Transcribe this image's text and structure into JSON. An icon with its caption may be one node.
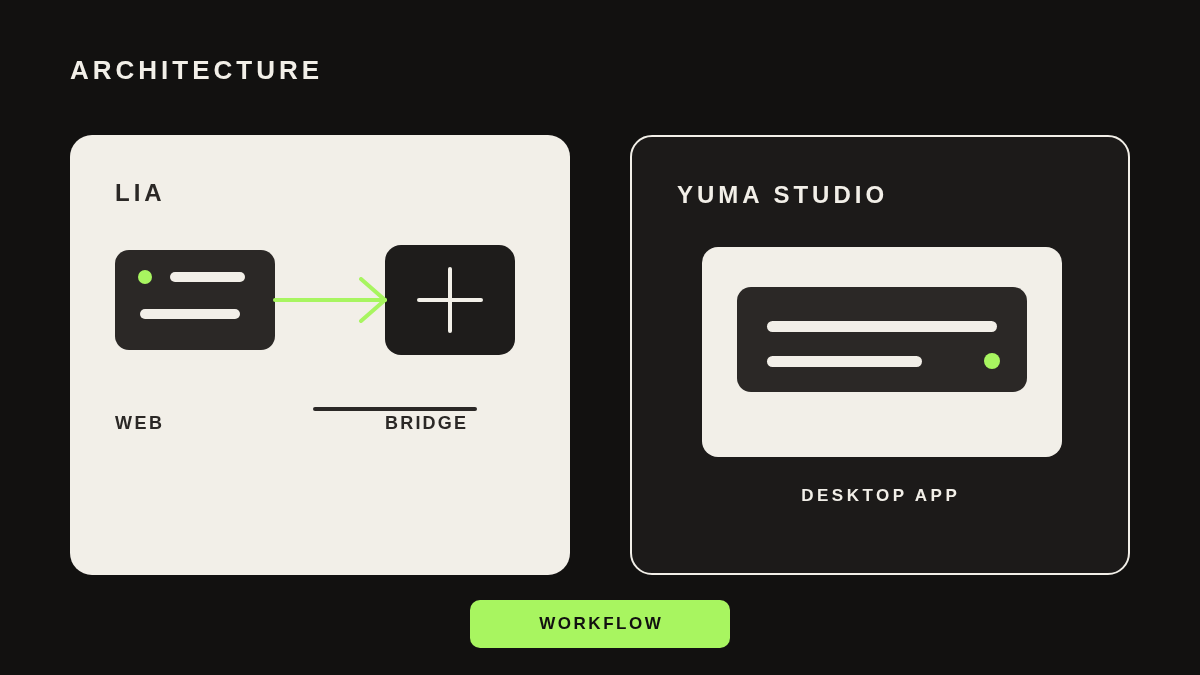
{
  "diagram": {
    "title": "ARCHITECTURE",
    "nodes": [
      {
        "text": [
          "LIA"
        ]
      },
      {
        "text": [],
        "shape": "box",
        "in": 0,
        "beside": [
          "WEB"
        ]
      },
      {
        "text": [],
        "shape": "box",
        "in": 0,
        "beside": [
          "BRIDGE"
        ]
      },
      {
        "text": [
          "YUMA STUDIO"
        ]
      },
      {
        "text": [],
        "shape": "box",
        "in": 3,
        "beside": [
          "DESKTOP APP"
        ]
      },
      {
        "text": [],
        "shape": "box",
        "in": 4
      },
      {
        "text": [
          "WORKFLOW"
        ]
      }
    ],
    "edges": [
      {
        "from": 1,
        "to": 2,
        "arrow": "to",
        "color": "#a8f560"
      }
    ]
  }
}
